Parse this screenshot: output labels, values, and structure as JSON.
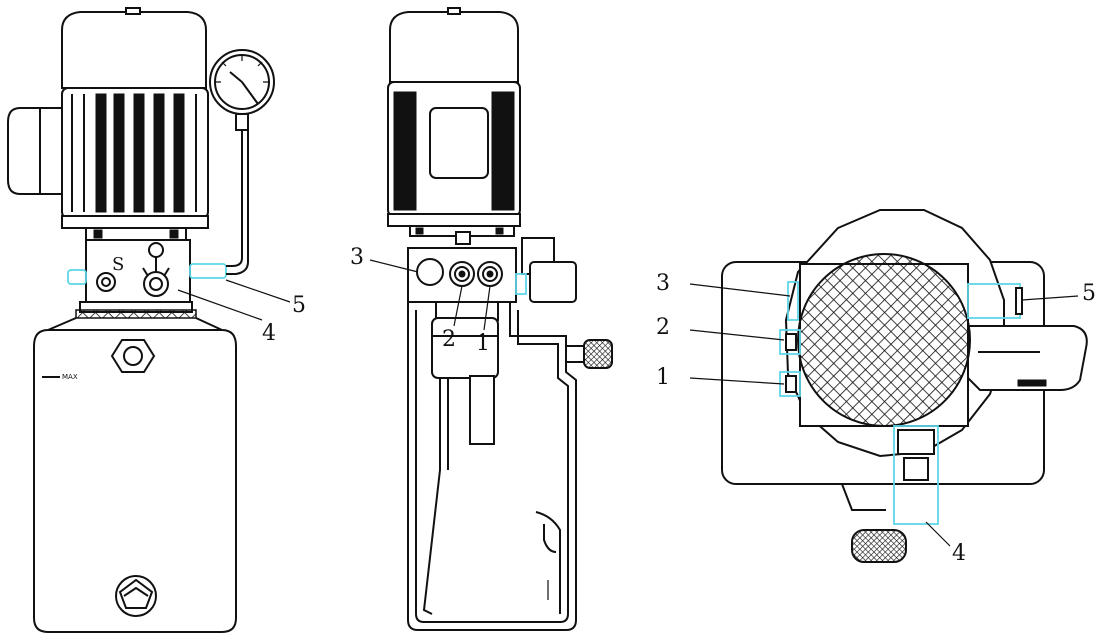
{
  "colors": {
    "line": "#111111",
    "highlight": "#5fd6e8",
    "background": "#ffffff"
  },
  "views": {
    "left": {
      "block_letter": "S",
      "tank_max_mark": "MAX",
      "callouts": {
        "c5": "5",
        "c4": "4"
      }
    },
    "middle": {
      "callouts": {
        "c3": "3",
        "c2": "2",
        "c1": "1"
      }
    },
    "right": {
      "callouts": {
        "c3": "3",
        "c2": "2",
        "c1": "1",
        "c5": "5",
        "c4": "4"
      }
    }
  }
}
